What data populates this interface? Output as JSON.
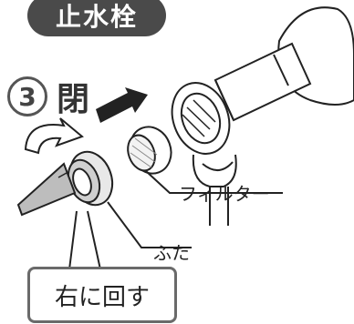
{
  "title": "止水栓",
  "step": {
    "number": "3",
    "label": "閉"
  },
  "labels": {
    "filter": "フィルター",
    "lid": "ふた",
    "instruction": "右に回す"
  },
  "colors": {
    "pill": "#4a4a4a",
    "line": "#333333",
    "box_border": "#6a6a6a"
  }
}
